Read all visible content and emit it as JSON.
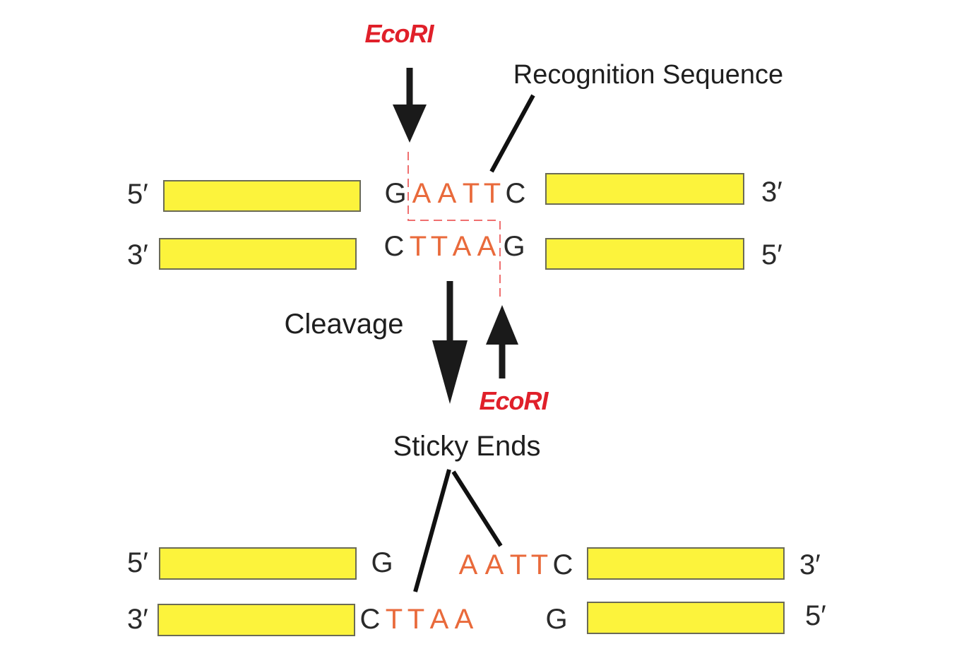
{
  "labels": {
    "enzyme_top": "EcoRI",
    "enzyme_bottom": "EcoRI",
    "recognition": "Recognition Sequence",
    "cleavage": "Cleavage",
    "sticky_ends": "Sticky Ends"
  },
  "ends": {
    "five_prime": "5′",
    "three_prime": "3′"
  },
  "bases": {
    "before_top": [
      "G",
      "A",
      "A",
      "T",
      "T",
      "C"
    ],
    "before_bottom": [
      "C",
      "T",
      "T",
      "A",
      "A",
      "G"
    ],
    "after_top_left": [
      "G"
    ],
    "after_top_right": [
      "A",
      "A",
      "T",
      "T",
      "C"
    ],
    "after_bottom_left": [
      "C",
      "T",
      "T",
      "A",
      "A"
    ],
    "after_bottom_right": [
      "G"
    ]
  },
  "colors": {
    "strand_fill": "#fcf33c",
    "enzyme_label": "#e0202a",
    "recognition_base": "#e96a3b",
    "flanking_base": "#2a2a2a",
    "cut_line": "#ef6f6f"
  }
}
